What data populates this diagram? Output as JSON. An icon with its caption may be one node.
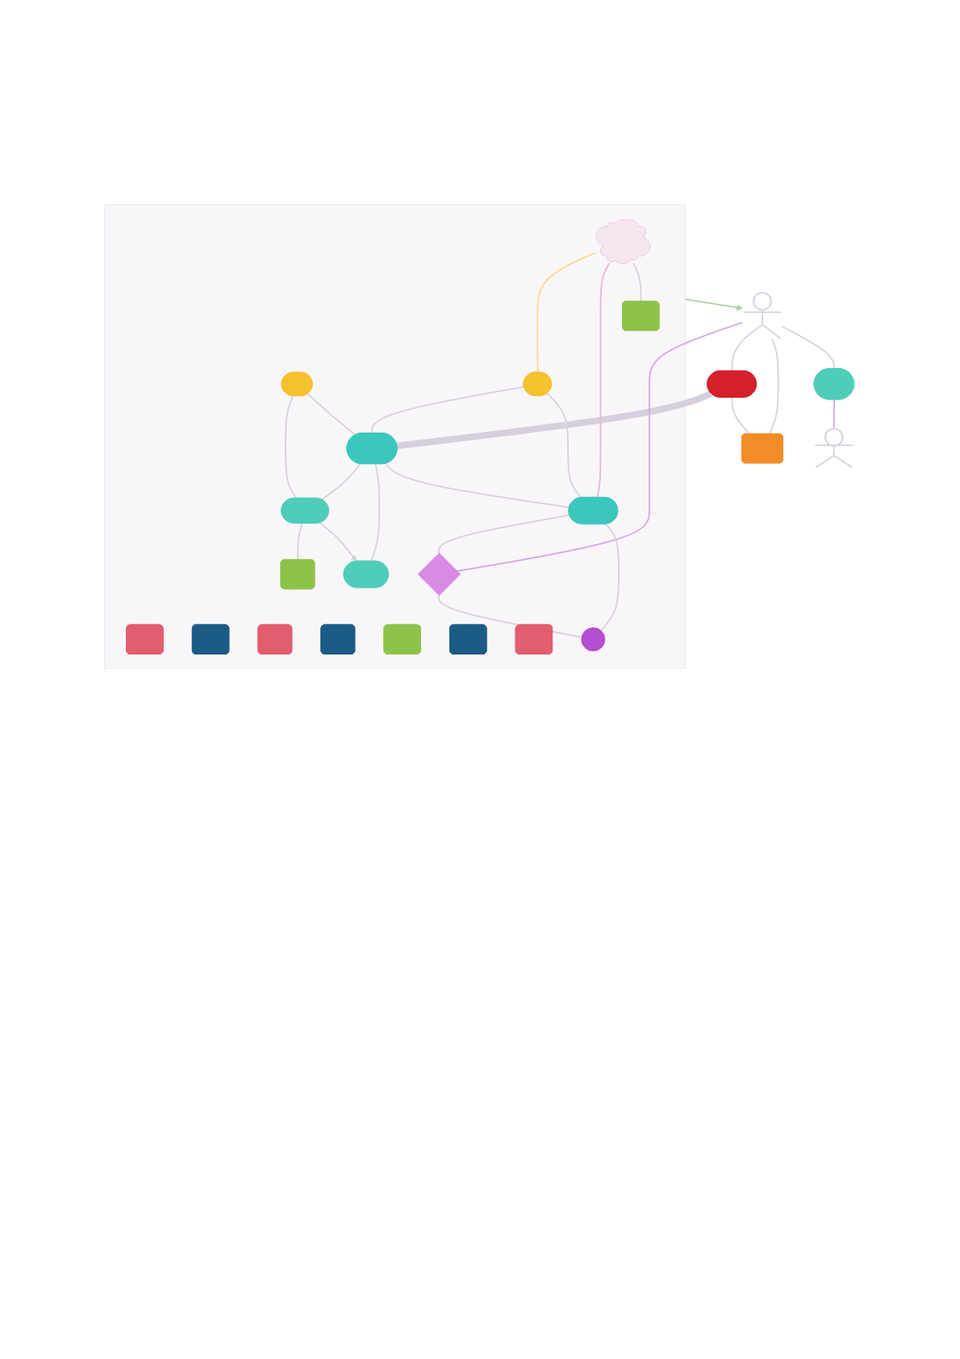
{
  "diagram": {
    "nodes": [
      {
        "text": [],
        "shape": "person"
      },
      {
        "text": [],
        "shape": "ellipse"
      },
      {
        "text": [],
        "shape": "box"
      },
      {
        "text": [],
        "shape": "ellipse"
      },
      {
        "text": [],
        "shape": "person"
      },
      {
        "text": [],
        "shape": "box"
      },
      {
        "text": [],
        "shape": "cloud",
        "in": 5
      },
      {
        "text": [],
        "shape": "box",
        "in": 5
      },
      {
        "text": [],
        "shape": "box",
        "in": 5
      },
      {
        "text": [],
        "shape": "box",
        "in": 5
      },
      {
        "text": [],
        "shape": "ellipse",
        "in": 5
      },
      {
        "text": [],
        "shape": "ellipse",
        "in": 5
      },
      {
        "text": [],
        "shape": "ellipse",
        "in": 5
      },
      {
        "text": [],
        "shape": "ellipse",
        "in": 5
      },
      {
        "text": [],
        "shape": "box",
        "in": 5
      },
      {
        "text": [],
        "shape": "box",
        "in": 5
      },
      {
        "text": [],
        "shape": "box",
        "in": 5
      },
      {
        "text": [],
        "shape": "ellipse",
        "in": 5
      },
      {
        "text": [],
        "shape": "ellipse",
        "in": 5
      },
      {
        "text": [],
        "shape": "box",
        "in": 5
      },
      {
        "text": [],
        "shape": "box",
        "in": 5
      },
      {
        "text": [],
        "shape": "box",
        "in": 5
      },
      {
        "text": [],
        "shape": "diamond",
        "in": 5
      },
      {
        "text": [],
        "shape": "circle",
        "in": 5
      }
    ],
    "edges": [
      {
        "from": 0,
        "to": 1,
        "arrow": "none"
      },
      {
        "from": 1,
        "to": 12,
        "arrow": "none",
        "style": "thick"
      },
      {
        "from": 1,
        "to": 2,
        "arrow": "none"
      },
      {
        "from": 0,
        "to": 2,
        "arrow": "none"
      },
      {
        "from": 0,
        "to": 3,
        "arrow": "none"
      },
      {
        "from": 3,
        "to": 4,
        "arrow": "none",
        "color": "#d6a9e3"
      },
      {
        "from": 5,
        "to": 0,
        "arrow": "to",
        "color": "#a8d5a2"
      },
      {
        "from": 0,
        "to": 22,
        "arrow": "none",
        "color": "#d6a9e3"
      },
      {
        "from": 6,
        "to": 17,
        "arrow": "none",
        "color": "#f5dc8c"
      },
      {
        "from": 6,
        "to": 18,
        "arrow": "none",
        "color": "#e8b4d4"
      },
      {
        "from": 6,
        "to": 7,
        "arrow": "none"
      },
      {
        "from": 10,
        "to": 11,
        "arrow": "none"
      },
      {
        "from": 10,
        "to": 12,
        "arrow": "none"
      },
      {
        "from": 11,
        "to": 14,
        "arrow": "none"
      },
      {
        "from": 11,
        "to": 13,
        "arrow": "to"
      },
      {
        "from": 12,
        "to": 11,
        "arrow": "none"
      },
      {
        "from": 12,
        "to": 13,
        "arrow": "none"
      },
      {
        "from": 12,
        "to": 18,
        "arrow": "none"
      },
      {
        "from": 17,
        "to": 12,
        "arrow": "none"
      },
      {
        "from": 17,
        "to": 18,
        "arrow": "none"
      },
      {
        "from": 18,
        "to": 22,
        "arrow": "none"
      },
      {
        "from": 18,
        "to": 23,
        "arrow": "none"
      },
      {
        "from": 22,
        "to": 23,
        "arrow": "none"
      }
    ]
  }
}
